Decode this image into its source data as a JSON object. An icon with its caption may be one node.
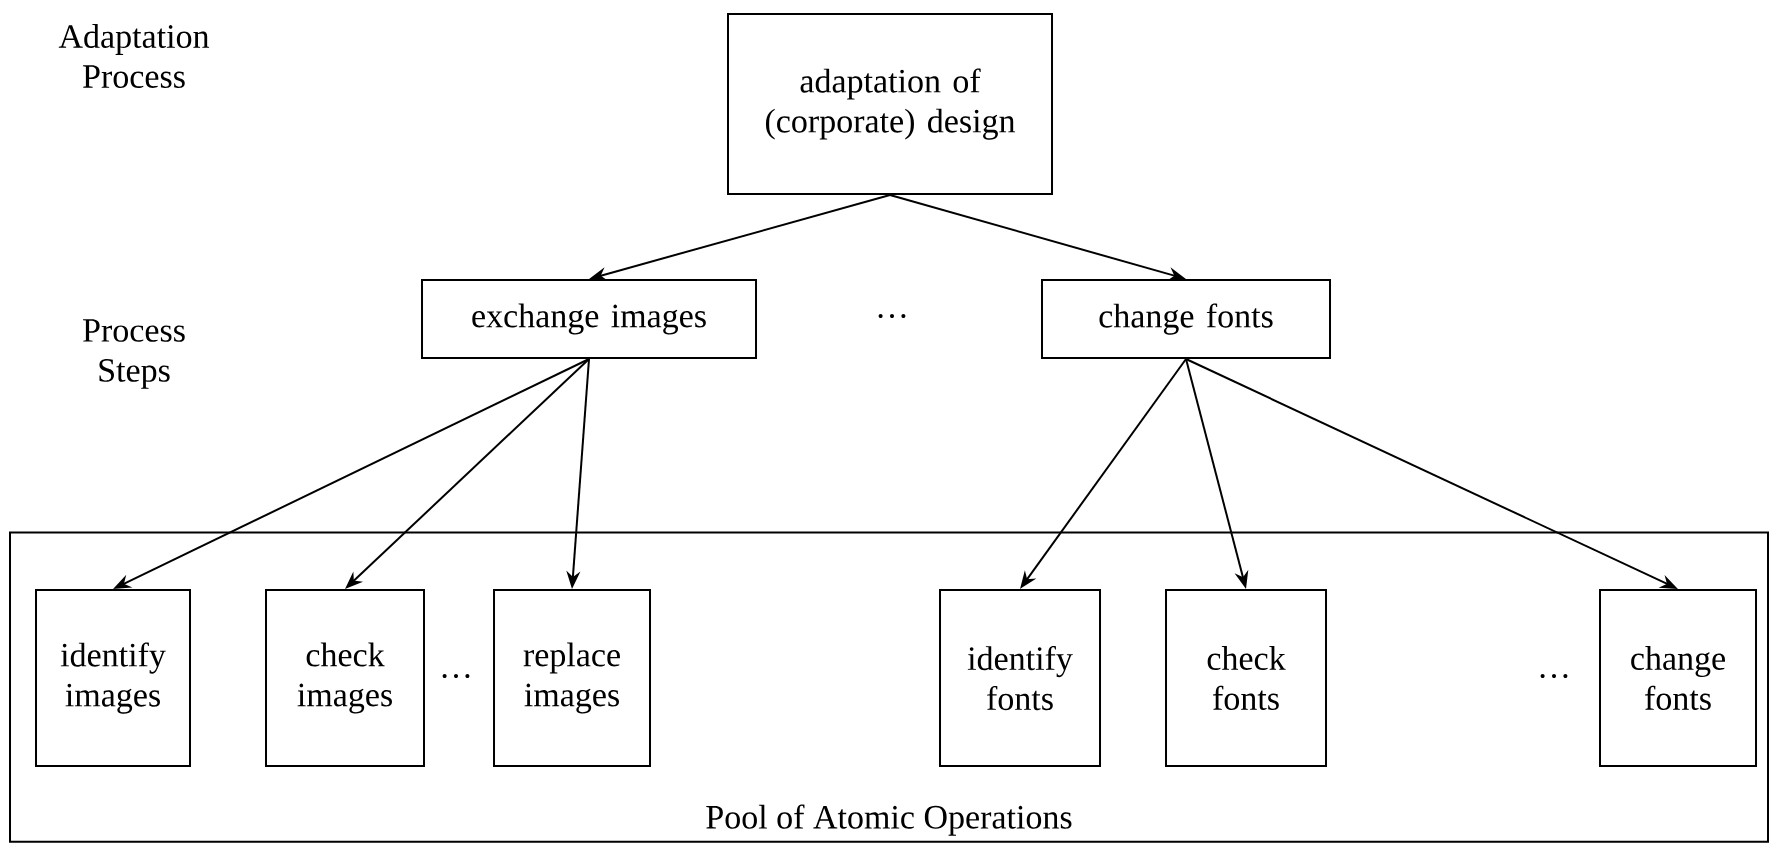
{
  "diagram": {
    "nodes": [
      {
        "text": [
          "adaptation of (corporate) design"
        ]
      },
      {
        "text": [
          "exchange images"
        ]
      },
      {
        "text": [
          "change fonts"
        ]
      },
      {
        "text": [
          "Pool of Atomic Operations"
        ]
      },
      {
        "text": [
          "identify images"
        ],
        "in": 3
      },
      {
        "text": [
          "check images"
        ],
        "in": 3
      },
      {
        "text": [
          "replace images"
        ],
        "in": 3
      },
      {
        "text": [
          "identify fonts"
        ],
        "in": 3
      },
      {
        "text": [
          "check fonts"
        ],
        "in": 3
      },
      {
        "text": [
          "change fonts"
        ],
        "in": 3
      }
    ],
    "edges": [
      {
        "from": 0,
        "to": 1,
        "arrow": "to"
      },
      {
        "from": 0,
        "to": 2,
        "arrow": "to"
      },
      {
        "from": 1,
        "to": 4,
        "arrow": "to"
      },
      {
        "from": 1,
        "to": 5,
        "arrow": "to"
      },
      {
        "from": 1,
        "to": 6,
        "arrow": "to"
      },
      {
        "from": 2,
        "to": 7,
        "arrow": "to"
      },
      {
        "from": 2,
        "to": 8,
        "arrow": "to"
      },
      {
        "from": 2,
        "to": 9,
        "arrow": "to"
      }
    ],
    "labels": [
      "Adaptation Process",
      "Process Steps",
      "…",
      "…",
      "…"
    ]
  }
}
